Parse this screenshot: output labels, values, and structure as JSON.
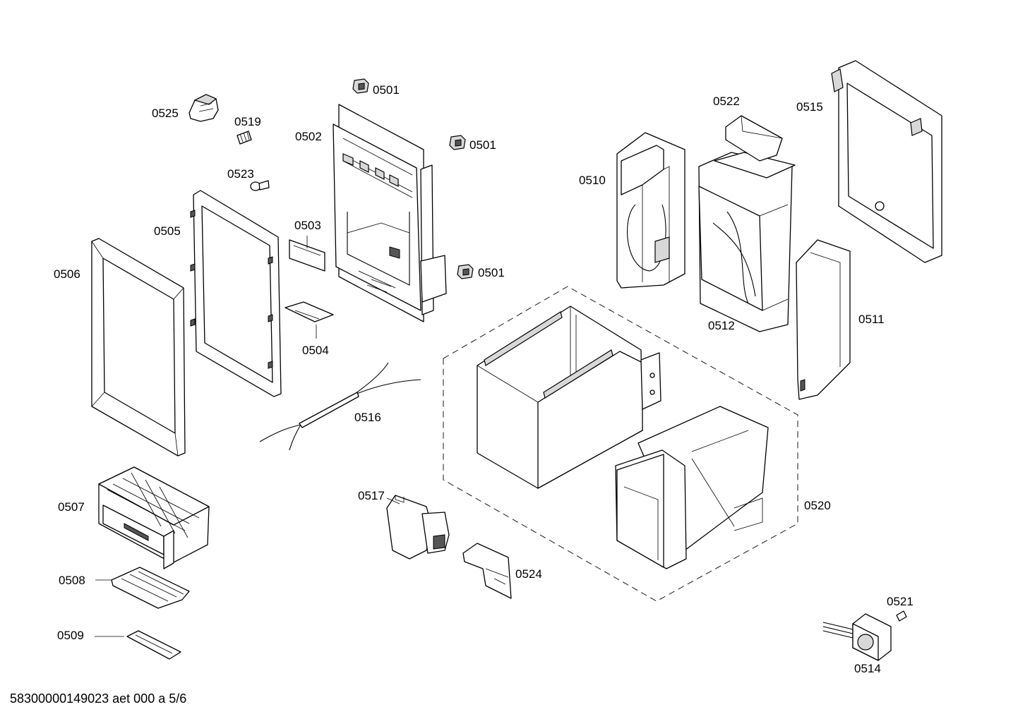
{
  "diagram": {
    "labels": {
      "p0501a": "0501",
      "p0501b": "0501",
      "p0501c": "0501",
      "p0502": "0502",
      "p0503": "0503",
      "p0504": "0504",
      "p0505": "0505",
      "p0506": "0506",
      "p0507": "0507",
      "p0508": "0508",
      "p0509": "0509",
      "p0510": "0510",
      "p0511": "0511",
      "p0512": "0512",
      "p0514": "0514",
      "p0515": "0515",
      "p0516": "0516",
      "p0517": "0517",
      "p0519": "0519",
      "p0520": "0520",
      "p0521": "0521",
      "p0522": "0522",
      "p0523": "0523",
      "p0524": "0524",
      "p0525": "0525"
    },
    "footer": "58300000149023 aet 000 a 5/6"
  }
}
